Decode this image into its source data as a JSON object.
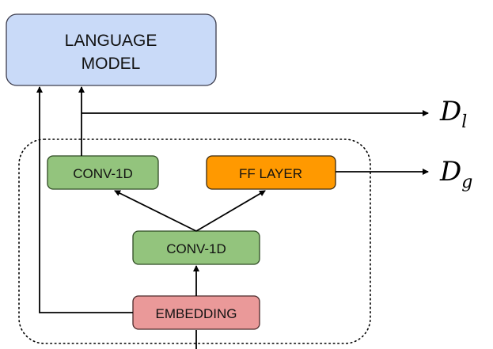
{
  "nodes": {
    "language_model": {
      "line1": "LANGUAGE",
      "line2": "MODEL",
      "fill": "#c9daf8",
      "stroke": "#3d3d4d"
    },
    "conv_left": {
      "label": "CONV-1D",
      "fill": "#93c47d",
      "stroke": "#2f4a24"
    },
    "ff_layer": {
      "label": "FF LAYER",
      "fill": "#ff9900",
      "stroke": "#3b2a10"
    },
    "conv_mid": {
      "label": "CONV-1D",
      "fill": "#93c47d",
      "stroke": "#2f4a24"
    },
    "embedding": {
      "label": "EMBEDDING",
      "fill": "#ea9999",
      "stroke": "#4a2a2a"
    }
  },
  "outputs": {
    "d_l": {
      "base": "D",
      "sub": "l"
    },
    "d_g": {
      "base": "D",
      "sub": "g"
    }
  },
  "encoder_region": {
    "border_style": "dotted"
  }
}
